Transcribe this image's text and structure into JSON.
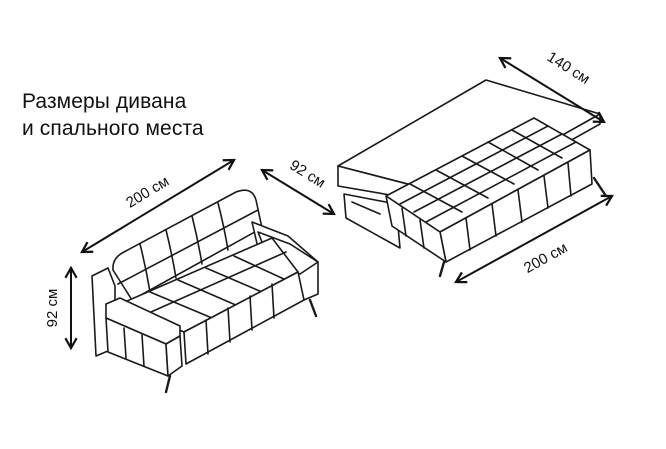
{
  "title": {
    "line1": "Размеры дивана",
    "line2": "и спального места"
  },
  "dimensions": {
    "sofa_length": "200 см",
    "sofa_height": "92 см",
    "bed_depth": "92 см",
    "bed_width": "140 см",
    "bed_length": "200 см"
  }
}
